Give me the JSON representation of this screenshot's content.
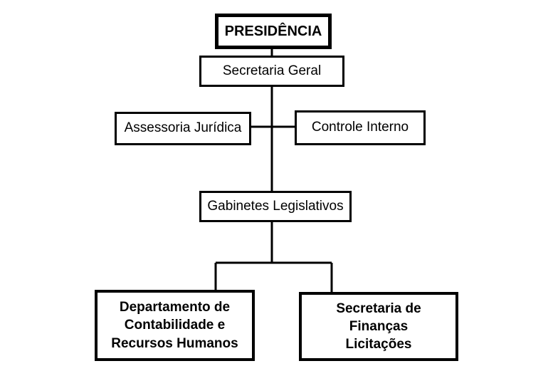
{
  "org_chart": {
    "presidencia": "PRESIDÊNCIA",
    "secretaria_geral": "Secretaria Geral",
    "assessoria_juridica": "Assessoria Jurídica",
    "controle_interno": "Controle Interno",
    "gabinetes_legislativos": "Gabinetes Legislativos",
    "departamento": "Departamento de\nContabilidade e\nRecursos Humanos",
    "secretaria_financas": "Secretaria de\nFinanças\nLicitações"
  },
  "colors": {
    "line": "#000000",
    "box_border": "#000000",
    "background": "#ffffff"
  }
}
